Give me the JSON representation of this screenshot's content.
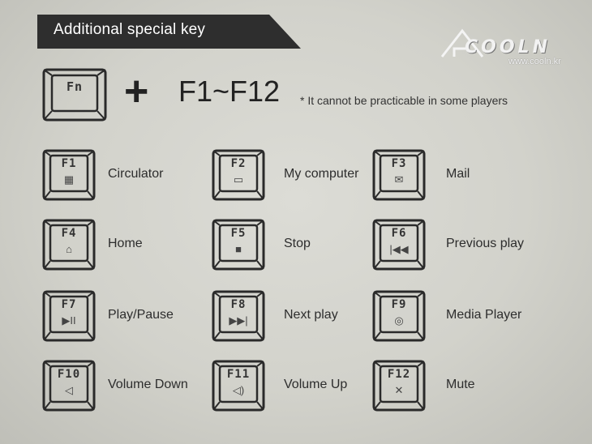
{
  "banner": {
    "title": "Additional special key"
  },
  "brand": {
    "logo_text": "COOLN",
    "url": "www.cooln.kr"
  },
  "combo": {
    "fn_key": "Fn",
    "plus": "+",
    "range": "F1~F12",
    "note": "* It cannot be practicable in some players"
  },
  "keys": [
    {
      "key": "F1",
      "icon": "calculator-icon",
      "glyph": "▦",
      "label": "Circulator"
    },
    {
      "key": "F2",
      "icon": "computer-icon",
      "glyph": "▭",
      "label": "My computer"
    },
    {
      "key": "F3",
      "icon": "mail-icon",
      "glyph": "✉",
      "label": "Mail"
    },
    {
      "key": "F4",
      "icon": "home-icon",
      "glyph": "⌂",
      "label": "Home"
    },
    {
      "key": "F5",
      "icon": "stop-icon",
      "glyph": "■",
      "label": "Stop"
    },
    {
      "key": "F6",
      "icon": "previous-icon",
      "glyph": "|◀◀",
      "label": "Previous play"
    },
    {
      "key": "F7",
      "icon": "play-pause-icon",
      "glyph": "▶II",
      "label": "Play/Pause"
    },
    {
      "key": "F8",
      "icon": "next-icon",
      "glyph": "▶▶|",
      "label": "Next play"
    },
    {
      "key": "F9",
      "icon": "media-player-icon",
      "glyph": "◎",
      "label": "Media Player"
    },
    {
      "key": "F10",
      "icon": "volume-down-icon",
      "glyph": "◁",
      "label": "Volume Down"
    },
    {
      "key": "F11",
      "icon": "volume-up-icon",
      "glyph": "◁)",
      "label": "Volume Up"
    },
    {
      "key": "F12",
      "icon": "mute-icon",
      "glyph": "✕",
      "label": "Mute"
    }
  ]
}
